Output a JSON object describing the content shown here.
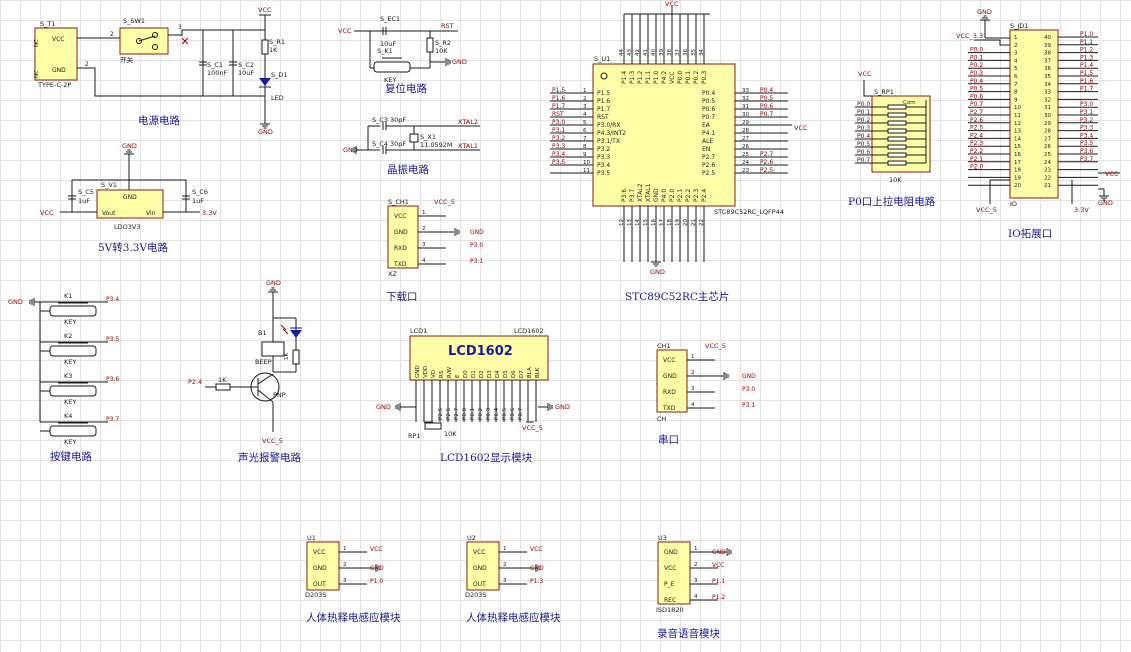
{
  "captions": {
    "power": "电源电路",
    "reset": "复位电路",
    "crystal": "晶振电路",
    "ldo": "5V转3.3V电路",
    "download": "下载口",
    "mcu": "STC89C52RC主芯片",
    "pullup": "P0口上拉电阻电路",
    "ioexp": "IO拓展口",
    "keys": "按键电路",
    "alarm": "声光报警电路",
    "lcd": "LCD1602显示模块",
    "serial": "串口",
    "pir1": "人体热释电感应模块",
    "pir2": "人体热释电感应模块",
    "voice": "录音语音模块"
  },
  "power": {
    "t1_ref": "S_T1",
    "t1_type": "TYPE-C-2P",
    "t1_vcc": "VCC",
    "t1_gnd": "GND",
    "t1_nc1": "NC",
    "t1_nc2": "NC",
    "sw_ref": "S_SW1",
    "sw_label": "开关",
    "c1_ref": "S_C1",
    "c1_val": "100nF",
    "c2_ref": "S_C2",
    "c2_val": "10uF",
    "r1_ref": "S_R1",
    "r1_val": "1K",
    "d1_ref": "S_D1",
    "d1_lbl": "LED",
    "vcc": "VCC",
    "gnd": "GND"
  },
  "reset": {
    "vcc": "VCC",
    "rst": "RST",
    "gnd": "GND",
    "c_ref": "S_EC1",
    "c_val": "10uF",
    "k_ref": "S_K1",
    "k_lbl": "KEY",
    "r_ref": "S_R2",
    "r_val": "10K"
  },
  "crystal": {
    "c3_ref": "S_C3",
    "c3_val": "30pF",
    "c4_ref": "S_C4",
    "c4_val": "30pF",
    "x_ref": "S_X1",
    "x_val": "11.0592M",
    "xtal2": "XTAL2",
    "xtal1": "XTAL1",
    "gnd": "GND"
  },
  "ldo": {
    "ref": "S_V1",
    "name": "LDO3V3",
    "gnd": "GND",
    "vout": "Vout",
    "vin": "Vin",
    "c5_ref": "S_C5",
    "c5_val": "1uF",
    "c6_ref": "S_C6",
    "c6_val": "1uF",
    "vcc": "VCC",
    "out": "3.3V"
  },
  "download": {
    "ref": "S_CH1",
    "type": "XZ",
    "vcc5": "VCC_5",
    "pins": [
      {
        "n": "1",
        "name": "VCC",
        "net": ""
      },
      {
        "n": "2",
        "name": "GND",
        "net": "GND"
      },
      {
        "n": "3",
        "name": "RXD",
        "net": "P3.0"
      },
      {
        "n": "4",
        "name": "TXD",
        "net": "P3.1"
      }
    ]
  },
  "mcu": {
    "ref": "S_U1",
    "type": "STC89C52RC_LQFP44",
    "vcc_top": "VCC",
    "gnd_bot": "GND",
    "ea_net": "VCC",
    "left": [
      {
        "n": "1",
        "name": "P1.5",
        "net": "P1.5"
      },
      {
        "n": "2",
        "name": "P1.6",
        "net": "P1.6"
      },
      {
        "n": "3",
        "name": "P1.7",
        "net": "P1.7"
      },
      {
        "n": "4",
        "name": "RST",
        "net": "RST"
      },
      {
        "n": "5",
        "name": "P3.0/RX",
        "net": "P3.0"
      },
      {
        "n": "6",
        "name": "P4.3/INT2",
        "net": "P3.1"
      },
      {
        "n": "7",
        "name": "P3.1/TX",
        "net": "P3.2"
      },
      {
        "n": "8",
        "name": "P3.2",
        "net": "P3.3"
      },
      {
        "n": "9",
        "name": "P3.3",
        "net": "P3.4"
      },
      {
        "n": "10",
        "name": "P3.4",
        "net": "P3.5"
      },
      {
        "n": "11",
        "name": "P3.5",
        "net": ""
      }
    ],
    "right": [
      {
        "n": "33",
        "name": "P0.4",
        "net": "P0.4"
      },
      {
        "n": "32",
        "name": "P0.5",
        "net": "P0.5"
      },
      {
        "n": "31",
        "name": "P0.6",
        "net": "P0.6"
      },
      {
        "n": "30",
        "name": "P0.7",
        "net": "P0.7"
      },
      {
        "n": "29",
        "name": "EA",
        "net": ""
      },
      {
        "n": "28",
        "name": "P4.1",
        "net": ""
      },
      {
        "n": "27",
        "name": "ALE",
        "net": ""
      },
      {
        "n": "26",
        "name": "EN",
        "net": ""
      },
      {
        "n": "25",
        "name": "P2.7",
        "net": "P2.7"
      },
      {
        "n": "24",
        "name": "P2.6",
        "net": "P2.6"
      },
      {
        "n": "23",
        "name": "P2.5",
        "net": "P2.5"
      }
    ],
    "top": [
      "P1.4",
      "P1.3",
      "P1.2",
      "P1.1",
      "P1.0",
      "P4.2",
      "VCC",
      "P0.0",
      "P0.1",
      "P0.2",
      "P0.3"
    ],
    "top_nums": [
      "44",
      "43",
      "42",
      "41",
      "40",
      "39",
      "38",
      "37",
      "36",
      "35",
      "34"
    ],
    "bottom": [
      "P3.6",
      "P3.7",
      "XTAL2",
      "XTAL1",
      "GND",
      "P4.0",
      "P2.0",
      "P2.1",
      "P2.2",
      "P2.3",
      "P2.4"
    ],
    "bottom_nums": [
      "12",
      "13",
      "14",
      "15",
      "16",
      "17",
      "18",
      "19",
      "20",
      "21",
      "22"
    ]
  },
  "pullup": {
    "ref": "S_RP1",
    "val": "10K",
    "com": "Com",
    "vcc": "VCC",
    "nets": [
      "P0.0",
      "P0.1",
      "P0.2",
      "P0.3",
      "P0.4",
      "P0.5",
      "P0.6",
      "P0.7"
    ]
  },
  "ioexp": {
    "ref": "S_JD1",
    "type": "IO",
    "gnd": "GND",
    "vcc33": "VCC_3.3",
    "vcc5": "VCC_5",
    "v33": "3.3V",
    "vcc": "VCC",
    "left_nets": [
      "",
      "",
      "P0.0",
      "P0.1",
      "P0.2",
      "P0.3",
      "P0.4",
      "P0.5",
      "P0.6",
      "P0.7",
      "P2.7",
      "P2.6",
      "P2.5",
      "P2.4",
      "P2.3",
      "P2.2",
      "P2.1",
      "P2.0",
      "",
      ""
    ],
    "right_nets": [
      "P1.0",
      "P1.1",
      "P1.2",
      "P1.3",
      "P1.4",
      "P1.5",
      "P1.6",
      "P1.7",
      "",
      "P3.0",
      "P3.1",
      "P3.2",
      "P3.3",
      "P3.4",
      "P3.5",
      "P3.6",
      "P3.7",
      "",
      "",
      ""
    ]
  },
  "keys": {
    "gnd": "GND",
    "items": [
      {
        "ref": "K1",
        "lbl": "KEY",
        "net": "P3.4"
      },
      {
        "ref": "K2",
        "lbl": "KEY",
        "net": "P3.5"
      },
      {
        "ref": "K3",
        "lbl": "KEY",
        "net": "P3.6"
      },
      {
        "ref": "K4",
        "lbl": "KEY",
        "net": "P3.7"
      }
    ]
  },
  "alarm": {
    "gnd": "GND",
    "b_ref": "B1",
    "b_lbl": "BEEP",
    "r_val": "1K",
    "r2_val": "1K",
    "in_net": "P2.4",
    "pnp": "PNP",
    "vcc5": "VCC_5"
  },
  "lcd": {
    "ref": "LCD1",
    "name": "LCD1602",
    "title": "LCD1602",
    "gnd1": "GND",
    "gnd2": "GND",
    "vcc5": "VCC_5",
    "rp_ref": "RP1",
    "rp_val": "10K",
    "pins": [
      "GND",
      "VDD",
      "VO",
      "RS",
      "R/W",
      "E",
      "D0",
      "D1",
      "D2",
      "D3",
      "D4",
      "D5",
      "D6",
      "D7",
      "BLA",
      "BLK"
    ],
    "nets": [
      "",
      "",
      "",
      "P2.5",
      "P2.6",
      "P2.7",
      "P0.0",
      "P0.1",
      "P0.2",
      "P0.3",
      "P0.4",
      "P0.5",
      "P0.6",
      "P0.7",
      "",
      ""
    ]
  },
  "serial": {
    "ref": "CH1",
    "type": "CH",
    "vcc5": "VCC_5",
    "pins": [
      {
        "n": "1",
        "name": "VCC",
        "net": ""
      },
      {
        "n": "2",
        "name": "GND",
        "net": "GND"
      },
      {
        "n": "3",
        "name": "RXD",
        "net": "P3.0"
      },
      {
        "n": "4",
        "name": "TXD",
        "net": "P3.1"
      }
    ]
  },
  "pir1": {
    "ref": "U1",
    "type": "D203S",
    "pins": [
      {
        "n": "1",
        "name": "VCC",
        "net": "VCC"
      },
      {
        "n": "2",
        "name": "GND",
        "net": "GND"
      },
      {
        "n": "3",
        "name": "OUT",
        "net": "P1.0"
      }
    ]
  },
  "pir2": {
    "ref": "U2",
    "type": "D203S",
    "pins": [
      {
        "n": "1",
        "name": "VCC",
        "net": "VCC"
      },
      {
        "n": "2",
        "name": "GND",
        "net": "GND"
      },
      {
        "n": "3",
        "name": "OUT",
        "net": "P1.3"
      }
    ]
  },
  "voice": {
    "ref": "U3",
    "type": "ISD1820",
    "pins": [
      {
        "n": "1",
        "name": "GND",
        "net": "GND"
      },
      {
        "n": "2",
        "name": "VCC",
        "net": "VCC"
      },
      {
        "n": "3",
        "name": "P_E",
        "net": "P1.1"
      },
      {
        "n": "4",
        "name": "REC",
        "net": "P1.2"
      }
    ]
  }
}
